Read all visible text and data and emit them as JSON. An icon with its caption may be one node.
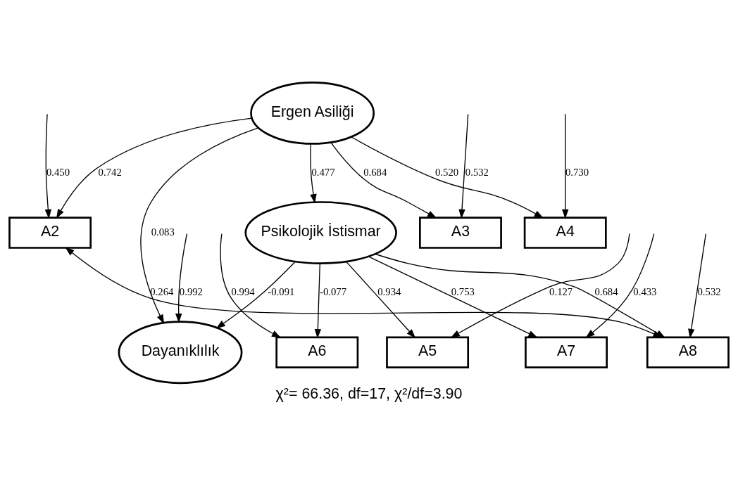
{
  "diagram": {
    "caption": "χ²= 66.36, df=17, χ²/df=3.90",
    "nodes": [
      {
        "text": [
          "A2"
        ]
      },
      {
        "text": [
          "A3"
        ]
      },
      {
        "text": [
          "A4"
        ]
      },
      {
        "text": [
          "Ergen Asiliği"
        ]
      },
      {
        "text": [
          "A5"
        ]
      },
      {
        "text": [
          "A6"
        ]
      },
      {
        "text": [
          "A7"
        ]
      },
      {
        "text": [
          "A8"
        ]
      },
      {
        "text": [
          "Psikolojik İstismar"
        ]
      },
      {
        "text": [
          "Dayanıklılık"
        ]
      }
    ],
    "edges": [
      {
        "from": null,
        "to": 0,
        "arrow": "to",
        "label": "0.450"
      },
      {
        "from": null,
        "to": 1,
        "arrow": "to",
        "label": "0.532"
      },
      {
        "from": null,
        "to": 2,
        "arrow": "to",
        "label": "0.730"
      },
      {
        "from": 0,
        "to": 7,
        "arrow": "both",
        "label": "0.264"
      },
      {
        "from": 3,
        "to": 0,
        "arrow": "to",
        "label": "0.742"
      },
      {
        "from": 3,
        "to": 1,
        "arrow": "to",
        "label": "0.684"
      },
      {
        "from": 3,
        "to": 2,
        "arrow": "to",
        "label": "0.520"
      },
      {
        "from": 3,
        "to": 8,
        "arrow": "to",
        "label": "0.477"
      },
      {
        "from": 3,
        "to": 9,
        "arrow": "to",
        "label": "0.083"
      },
      {
        "from": null,
        "to": 4,
        "arrow": "to",
        "label": "0.127"
      },
      {
        "from": null,
        "to": 5,
        "arrow": "to",
        "label": "0.994"
      },
      {
        "from": null,
        "to": 6,
        "arrow": "to",
        "label": "0.433"
      },
      {
        "from": null,
        "to": 7,
        "arrow": "to",
        "label": "0.532"
      },
      {
        "from": 8,
        "to": 4,
        "arrow": "to",
        "label": "0.934"
      },
      {
        "from": 8,
        "to": 5,
        "arrow": "to",
        "label": "-0.077"
      },
      {
        "from": 8,
        "to": 6,
        "arrow": "to",
        "label": "0.753"
      },
      {
        "from": 8,
        "to": 7,
        "arrow": "to",
        "label": "0.684"
      },
      {
        "from": 8,
        "to": 9,
        "arrow": "to",
        "label": "-0.091"
      },
      {
        "from": null,
        "to": 9,
        "arrow": "to",
        "label": "0.992"
      }
    ]
  }
}
